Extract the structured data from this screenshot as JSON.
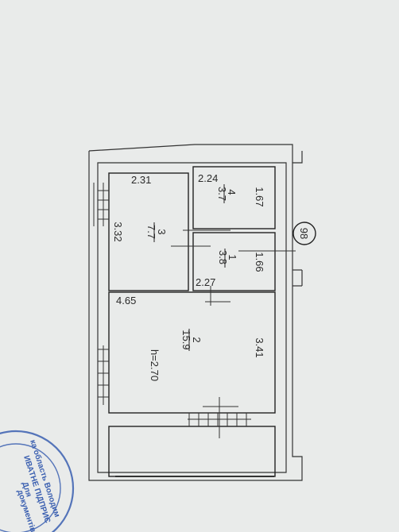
{
  "plan": {
    "building_number": "98",
    "ceiling_height": "h=2.70",
    "rooms": [
      {
        "number": "1",
        "area": "3.8",
        "width": "2.27",
        "depth": "1.66"
      },
      {
        "number": "2",
        "area": "15.9",
        "width": "4.65",
        "depth": "3.41"
      },
      {
        "number": "3",
        "area": "7.7",
        "width": "2.31",
        "depth": "3.32"
      },
      {
        "number": "4",
        "area": "3.7",
        "width": "2.24",
        "depth": "1.67"
      }
    ]
  },
  "stamp": {
    "line1": "ка область Володим",
    "line2": "ИВАТНЕ ПІДПРИЄ",
    "line3": "Для",
    "line4": "документів"
  },
  "colors": {
    "paper": "#e9ebea",
    "ink": "#2a2a2a",
    "stamp": "#3a5fb0"
  }
}
